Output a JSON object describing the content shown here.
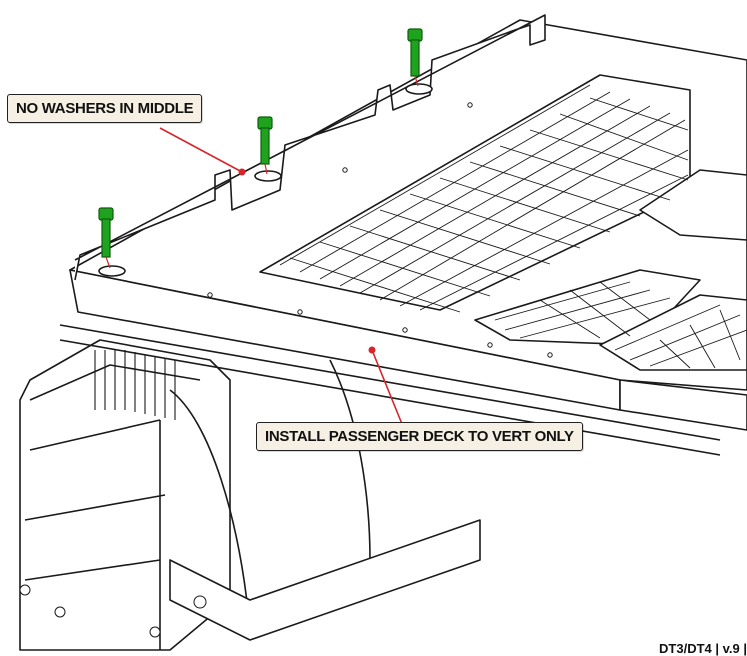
{
  "callouts": {
    "washers": "NO WASHERS IN MIDDLE",
    "deck": "INSTALL PASSENGER DECK TO VERT ONLY"
  },
  "footer": "DT3/DT4 | v.9 | ",
  "colors": {
    "callout_bg": "#f6efe3",
    "leader_line": "#d6262b",
    "bolt_green": "#1fa31f",
    "line_art": "#1a1a1a"
  },
  "icons": [
    "green-bolt-icon"
  ]
}
